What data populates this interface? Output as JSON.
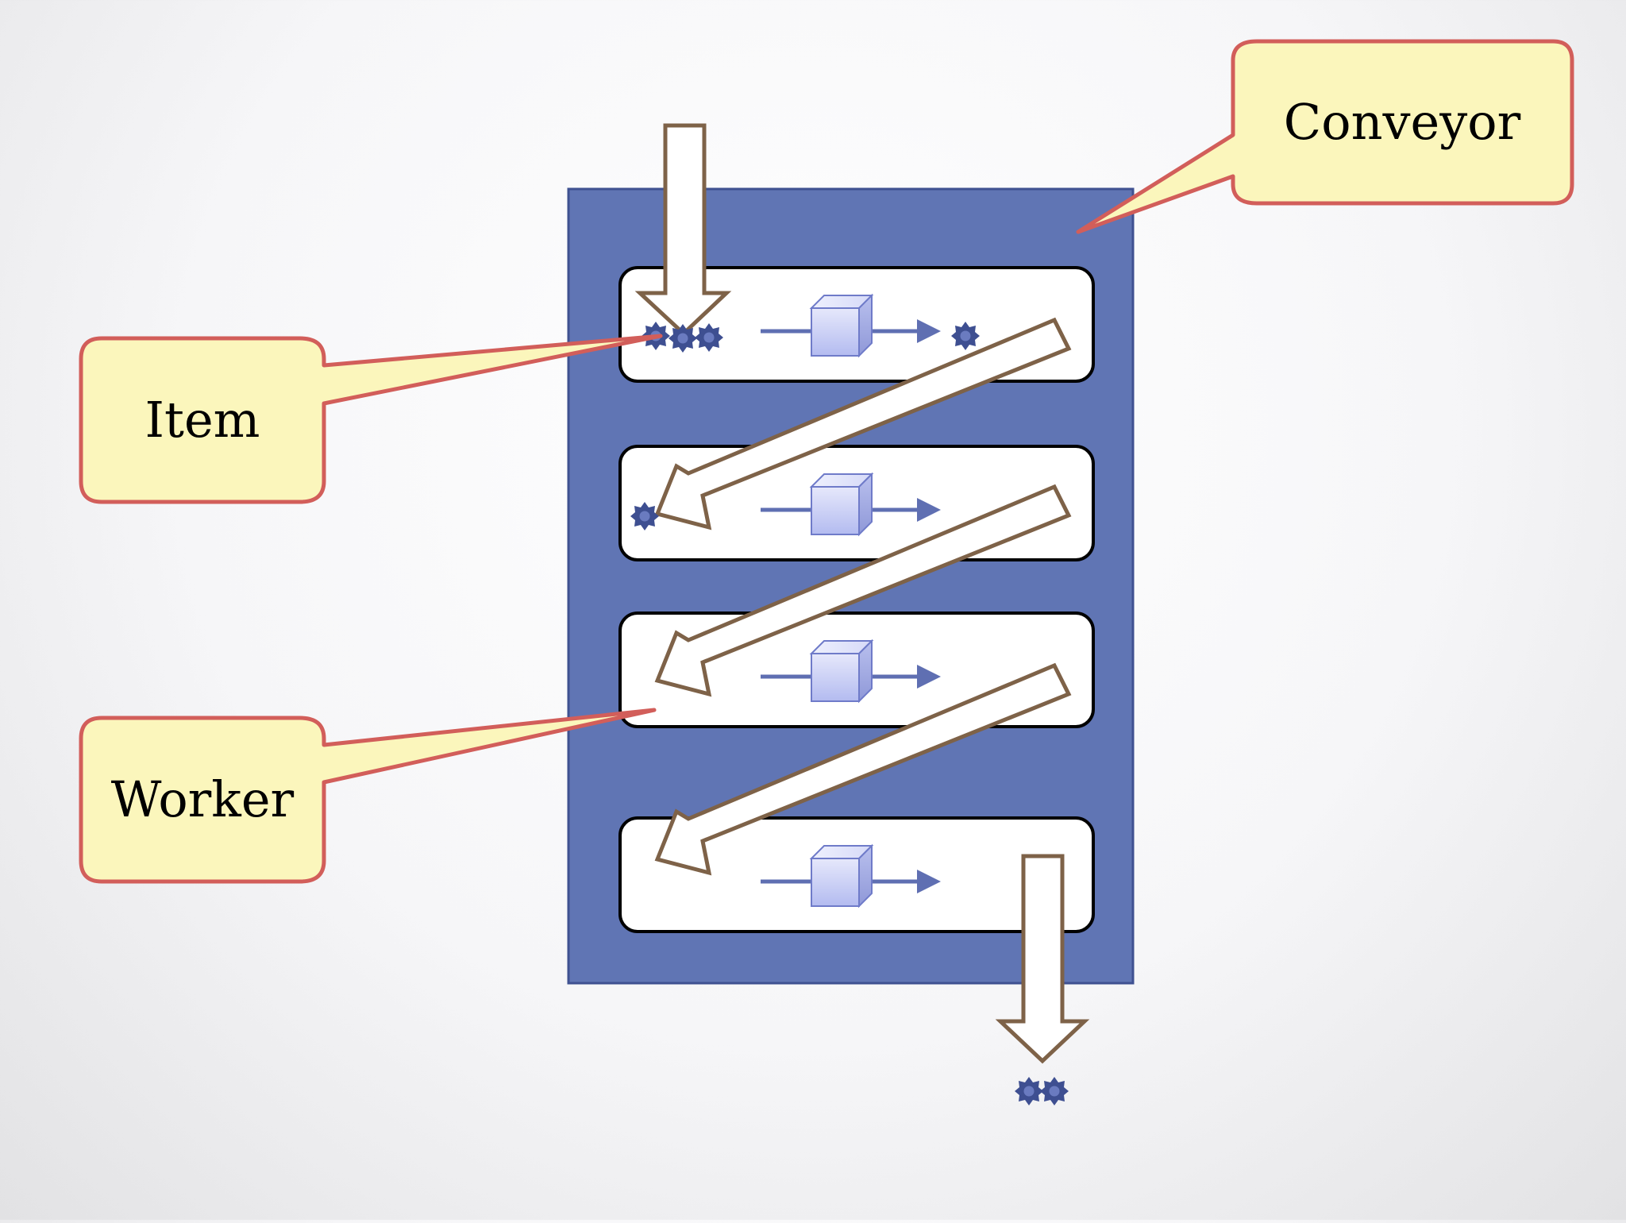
{
  "callouts": {
    "conveyor": "Conveyor",
    "item": "Item",
    "worker": "Worker"
  },
  "colors": {
    "conveyor_fill": "#6075b4",
    "conveyor_stroke": "#3f5191",
    "worker_fill": "#ffffff",
    "worker_stroke": "#000000",
    "flow_arrow_fill": "#ffffff",
    "flow_arrow_stroke": "#7e6248",
    "callout_fill": "#fbf6bc",
    "callout_stroke": "#d25e5a",
    "cube_fill": "#c9cef5",
    "arrow_blue": "#5f6fb2",
    "gear": "#3e4f91"
  },
  "icons": [
    "gear-icon",
    "cube-icon",
    "arrow-right-icon"
  ]
}
